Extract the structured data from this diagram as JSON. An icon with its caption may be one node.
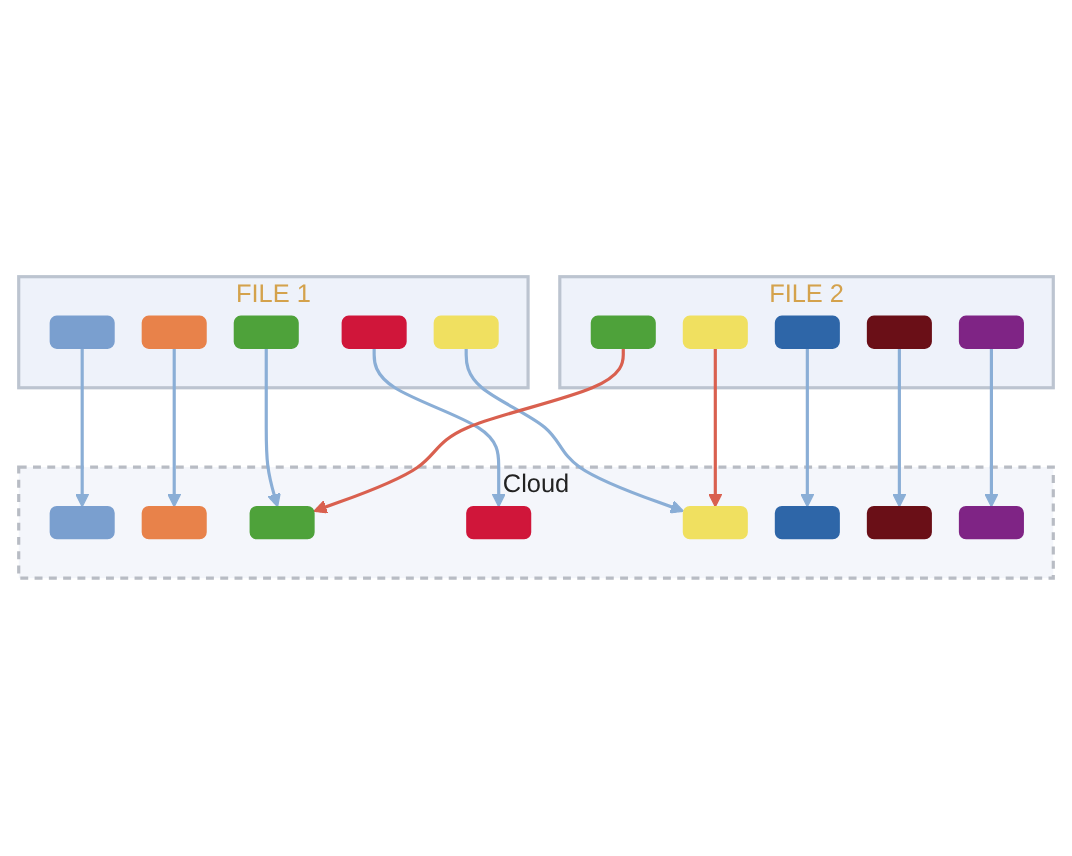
{
  "diagram": {
    "nodes": [
      {
        "text": [
          "FILE 1"
        ]
      },
      {
        "text": [],
        "shape": "box",
        "in": 0
      },
      {
        "text": [],
        "shape": "box",
        "in": 0
      },
      {
        "text": [],
        "shape": "box",
        "in": 0
      },
      {
        "text": [],
        "shape": "box",
        "in": 0
      },
      {
        "text": [],
        "shape": "box",
        "in": 0
      },
      {
        "text": [
          "FILE 2"
        ]
      },
      {
        "text": [],
        "shape": "box",
        "in": 6
      },
      {
        "text": [],
        "shape": "box",
        "in": 6
      },
      {
        "text": [],
        "shape": "box",
        "in": 6
      },
      {
        "text": [],
        "shape": "box",
        "in": 6
      },
      {
        "text": [],
        "shape": "box",
        "in": 6
      },
      {
        "text": [
          "Cloud"
        ]
      },
      {
        "text": [],
        "shape": "box",
        "in": 12
      },
      {
        "text": [],
        "shape": "box",
        "in": 12
      },
      {
        "text": [],
        "shape": "box",
        "in": 12
      },
      {
        "text": [],
        "shape": "box",
        "in": 12
      },
      {
        "text": [],
        "shape": "box",
        "in": 12
      },
      {
        "text": [],
        "shape": "box",
        "in": 12
      },
      {
        "text": [],
        "shape": "box",
        "in": 12
      },
      {
        "text": [],
        "shape": "box",
        "in": 12
      }
    ],
    "edges": [
      {
        "from": 1,
        "to": 13,
        "arrow": "to"
      },
      {
        "from": 2,
        "to": 14,
        "arrow": "to"
      },
      {
        "from": 3,
        "to": 15,
        "arrow": "to"
      },
      {
        "from": 4,
        "to": 16,
        "arrow": "to"
      },
      {
        "from": 5,
        "to": 17,
        "arrow": "to"
      },
      {
        "from": 7,
        "to": 15,
        "arrow": "to",
        "color": "#d9604f"
      },
      {
        "from": 8,
        "to": 17,
        "arrow": "to",
        "color": "#d9604f"
      },
      {
        "from": 9,
        "to": 18,
        "arrow": "to"
      },
      {
        "from": 10,
        "to": 19,
        "arrow": "to"
      },
      {
        "from": 11,
        "to": 20,
        "arrow": "to"
      }
    ]
  }
}
